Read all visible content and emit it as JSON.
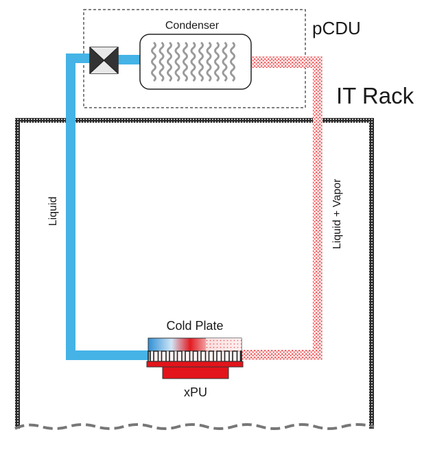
{
  "labels": {
    "pcdu": "pCDU",
    "it_rack": "IT Rack",
    "condenser": "Condenser",
    "liquid": "Liquid",
    "liquid_vapor": "Liquid + Vapor",
    "cold_plate": "Cold Plate",
    "xpu": "xPU"
  },
  "colors": {
    "liquid_line": "#45b3e6",
    "vapor_dots": "#e8262b",
    "processor": "#e3141b",
    "rack_border": "#2b2b2b",
    "dashed_box": "#333333"
  }
}
